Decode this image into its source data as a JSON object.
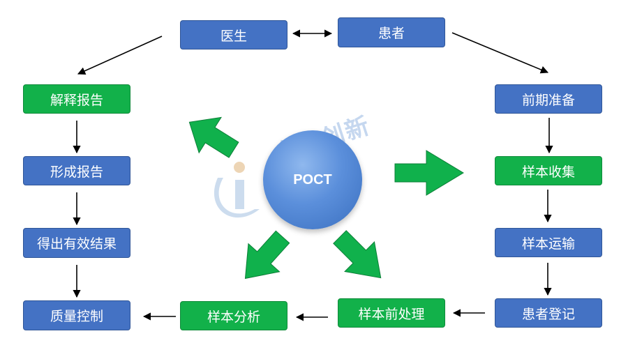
{
  "colors": {
    "node_blue": "#4472c4",
    "node_green": "#12b14a",
    "arrow_green": "#10b14c",
    "line": "#000000"
  },
  "center_label": "POCT",
  "watermark_text": "金智创新",
  "nodes": {
    "doctor": "医生",
    "patient": "患者",
    "interpret_report": "解释报告",
    "form_report": "形成报告",
    "get_result": "得出有效结果",
    "quality_control": "质量控制",
    "prep": "前期准备",
    "sample_collect": "样本收集",
    "sample_transport": "样本运输",
    "patient_register": "患者登记",
    "sample_preprocess": "样本前处理",
    "sample_analysis": "样本分析"
  }
}
